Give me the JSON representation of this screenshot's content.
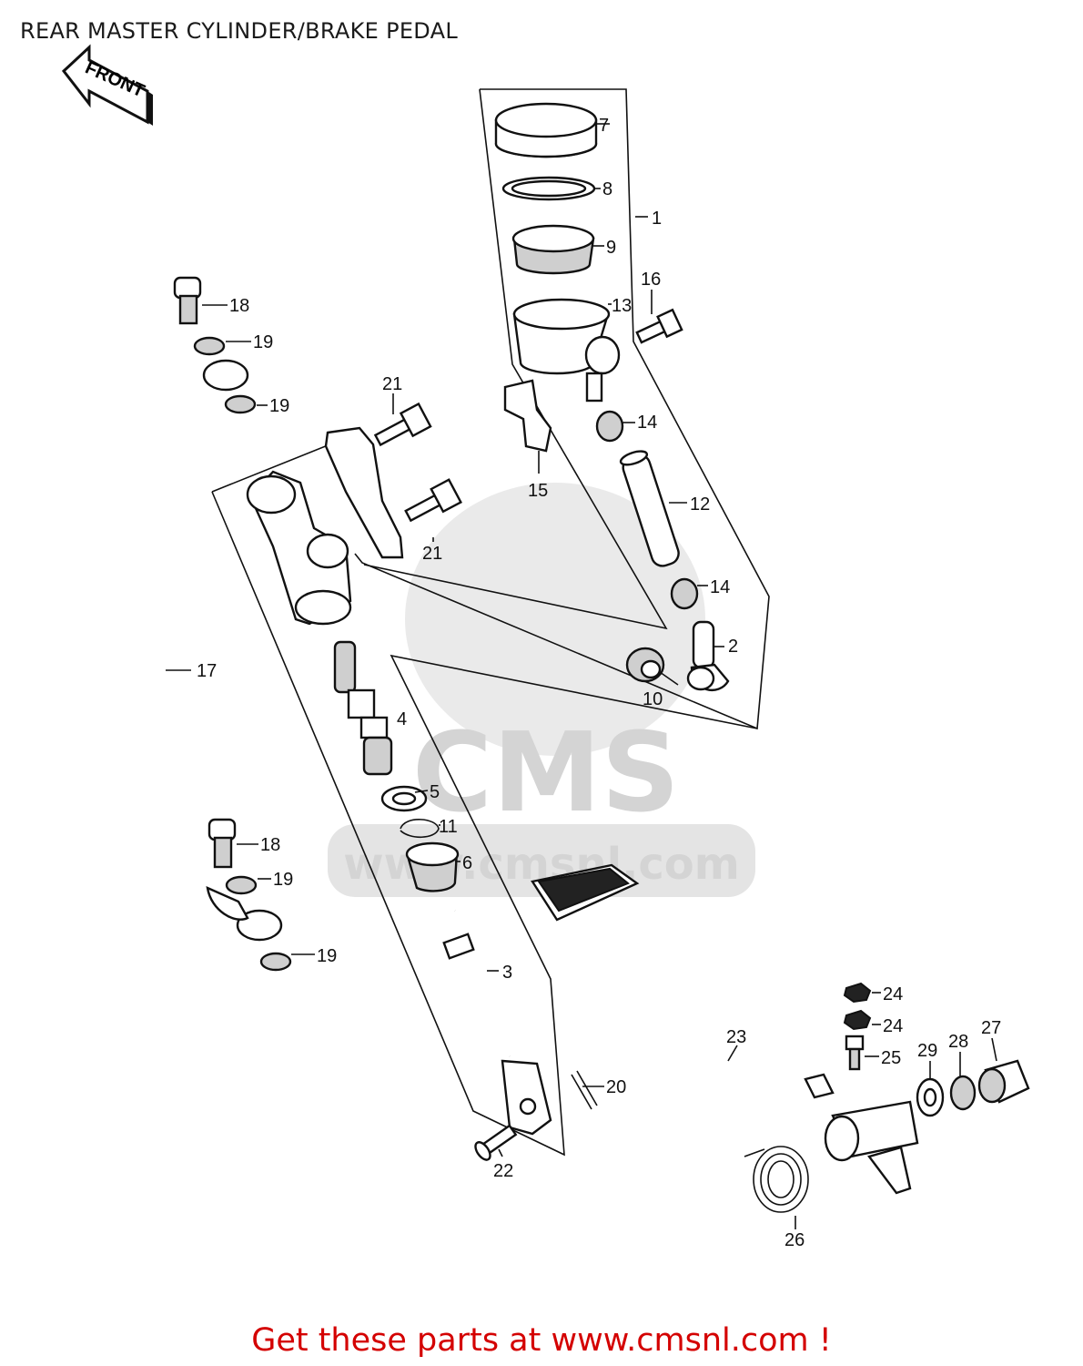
{
  "page": {
    "title": "REAR MASTER CYLINDER/BRAKE PEDAL",
    "footer": "Get these parts at www.cmsnl.com !"
  },
  "watermark": {
    "brand": "CMS",
    "url": "www.cmsnl.com"
  },
  "direction_arrow": {
    "label": "FRONT"
  },
  "callouts": {
    "c1": "1",
    "c2": "2",
    "c3": "3",
    "c4": "4",
    "c5": "5",
    "c6": "6",
    "c7": "7",
    "c8": "8",
    "c9": "9",
    "c10": "10",
    "c11": "11",
    "c12": "12",
    "c13": "13",
    "c14a": "14",
    "c14b": "14",
    "c15": "15",
    "c16": "16",
    "c17": "17",
    "c18a": "18",
    "c18b": "18",
    "c19a": "19",
    "c19b": "19",
    "c19c": "19",
    "c19d": "19",
    "c20": "20",
    "c21a": "21",
    "c21b": "21",
    "c22": "22",
    "c23": "23",
    "c24a": "24",
    "c24b": "24",
    "c25": "25",
    "c26": "26",
    "c27": "27",
    "c28": "28",
    "c29": "29"
  }
}
